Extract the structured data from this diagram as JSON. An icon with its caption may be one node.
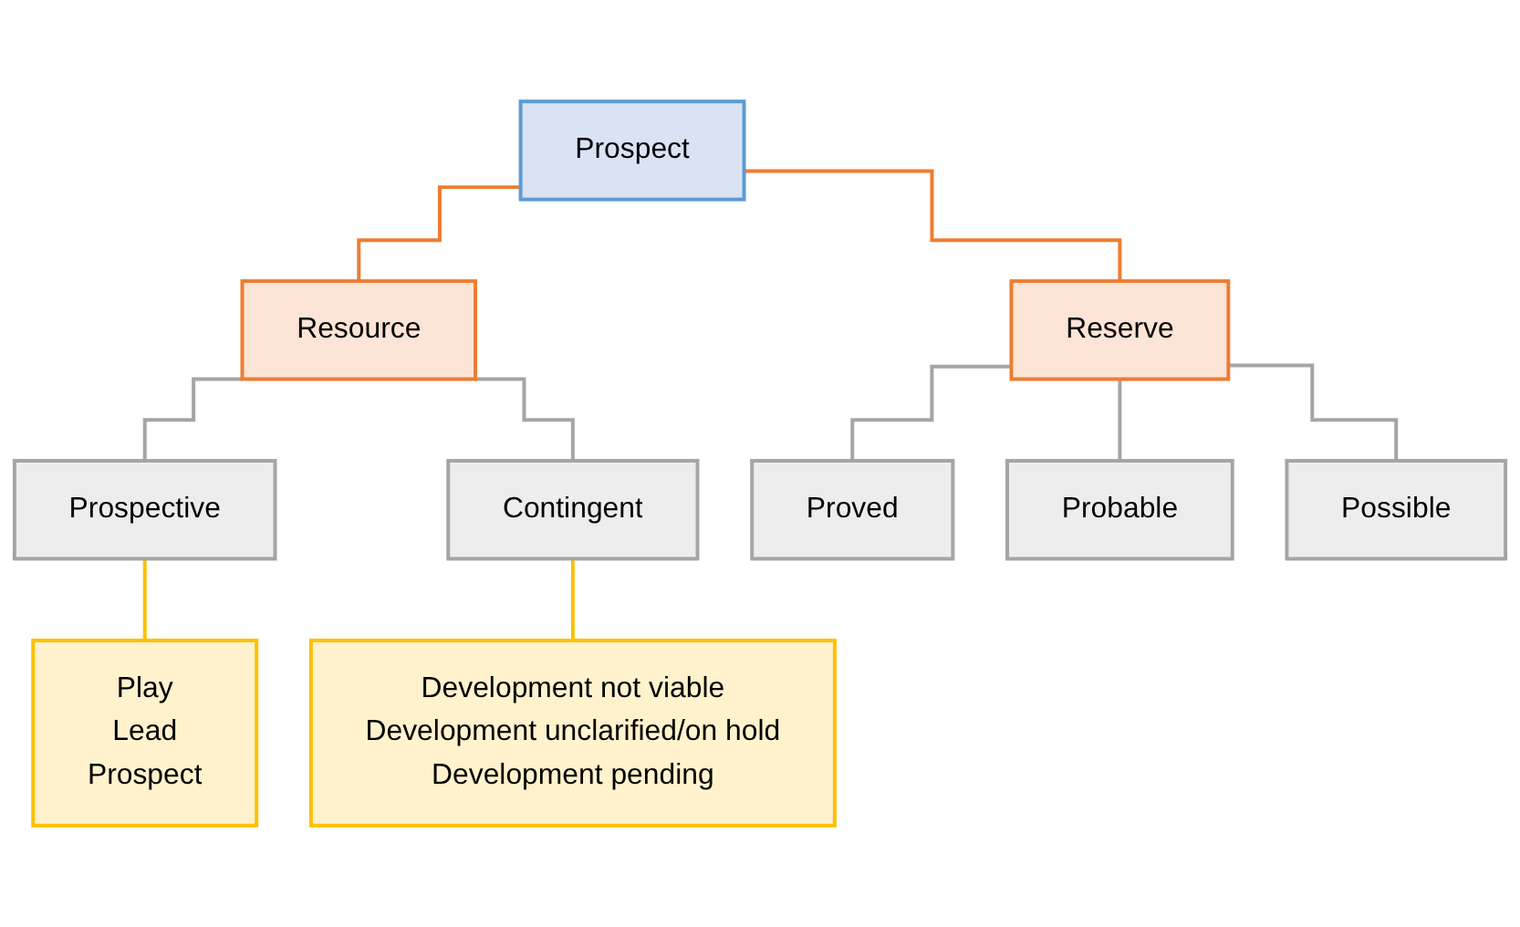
{
  "diagram": {
    "nodes": [
      {
        "text": [
          "Prospect"
        ]
      },
      {
        "text": [
          "Resource"
        ]
      },
      {
        "text": [
          "Reserve"
        ]
      },
      {
        "text": [
          "Prospective"
        ]
      },
      {
        "text": [
          "Contingent"
        ]
      },
      {
        "text": [
          "Proved"
        ]
      },
      {
        "text": [
          "Probable"
        ]
      },
      {
        "text": [
          "Possible"
        ]
      },
      {
        "text": [
          "Play",
          "Lead",
          "Prospect"
        ]
      },
      {
        "text": [
          "Development not viable",
          "Development unclarified/on hold",
          "Development pending"
        ]
      }
    ],
    "edges": [
      {
        "from": 0,
        "to": 1,
        "arrow": "none",
        "color": "#ed7d31"
      },
      {
        "from": 0,
        "to": 2,
        "arrow": "none",
        "color": "#ed7d31"
      },
      {
        "from": 1,
        "to": 3,
        "arrow": "none"
      },
      {
        "from": 1,
        "to": 4,
        "arrow": "none"
      },
      {
        "from": 2,
        "to": 5,
        "arrow": "none"
      },
      {
        "from": 2,
        "to": 6,
        "arrow": "none"
      },
      {
        "from": 2,
        "to": 7,
        "arrow": "none"
      },
      {
        "from": 3,
        "to": 8,
        "arrow": "none",
        "color": "#ffc000"
      },
      {
        "from": 4,
        "to": 9,
        "arrow": "none",
        "color": "#ffc000"
      }
    ]
  }
}
